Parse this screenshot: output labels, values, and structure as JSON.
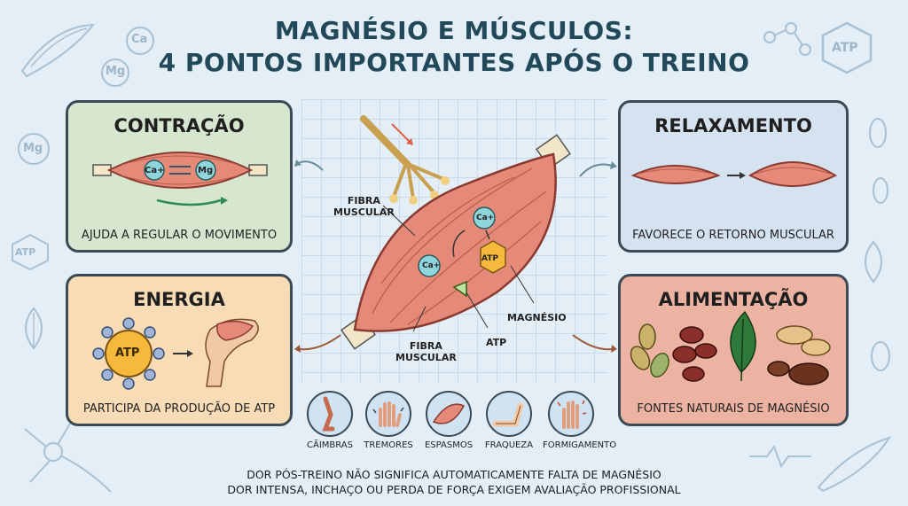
{
  "title": {
    "line1": "MAGNÉSIO E MÚSCULOS:",
    "line2": "4 PONTOS IMPORTANTES APÓS O TREINO"
  },
  "cards": {
    "contracao": {
      "title": "CONTRAÇÃO",
      "caption": "AJUDA A REGULAR O MOVIMENTO",
      "ion1": "Ca+",
      "ion2": "Mg"
    },
    "relaxamento": {
      "title": "RELAXAMENTO",
      "caption": "FAVORECE O RETORNO MUSCULAR"
    },
    "energia": {
      "title": "ENERGIA",
      "caption": "PARTICIPA DA PRODUÇÃO DE ATP",
      "atp": "ATP"
    },
    "alimentacao": {
      "title": "ALIMENTAÇÃO",
      "caption": "FONTES NATURAIS DE MAGNÉSIO"
    }
  },
  "center": {
    "label_fibra_top_1": "FIBRA",
    "label_fibra_top_2": "MUSCULAR",
    "label_fibra_bottom_1": "FIBRA",
    "label_fibra_bottom_2": "MUSCULAR",
    "label_magnesio": "MAGNÉSIO",
    "label_atp": "ATP",
    "ion_ca_1": "Ca+",
    "ion_ca_2": "Ca+",
    "atp_badge": "ATP"
  },
  "symptoms": [
    {
      "label": "CÃIMBRAS"
    },
    {
      "label": "TREMORES"
    },
    {
      "label": "ESPASMOS"
    },
    {
      "label": "FRAQUEZA"
    },
    {
      "label": "FORMIGAMENTO"
    }
  ],
  "footer": {
    "line1": "DOR PÓS-TREINO NÃO SIGNIFICA AUTOMATICAMENTE FALTA DE MAGNÉSIO",
    "line2": "DOR INTENSA, INCHAÇO OU PERDA DE FORÇA EXIGEM AVALIAÇÃO PROFISSIONAL"
  },
  "decor": {
    "ca": "Ca",
    "mg1": "Mg",
    "mg2": "Mg",
    "atp1": "ATP",
    "atp2": "ATP"
  },
  "colors": {
    "title": "#22495a",
    "muscle": "#e58a78",
    "contracao_bg": "#d7e7cf",
    "relax_bg": "#d5e2f0",
    "energia_bg": "#f7dcb6",
    "alim_bg": "#ecb3a3",
    "atp": "#f6b93b"
  }
}
